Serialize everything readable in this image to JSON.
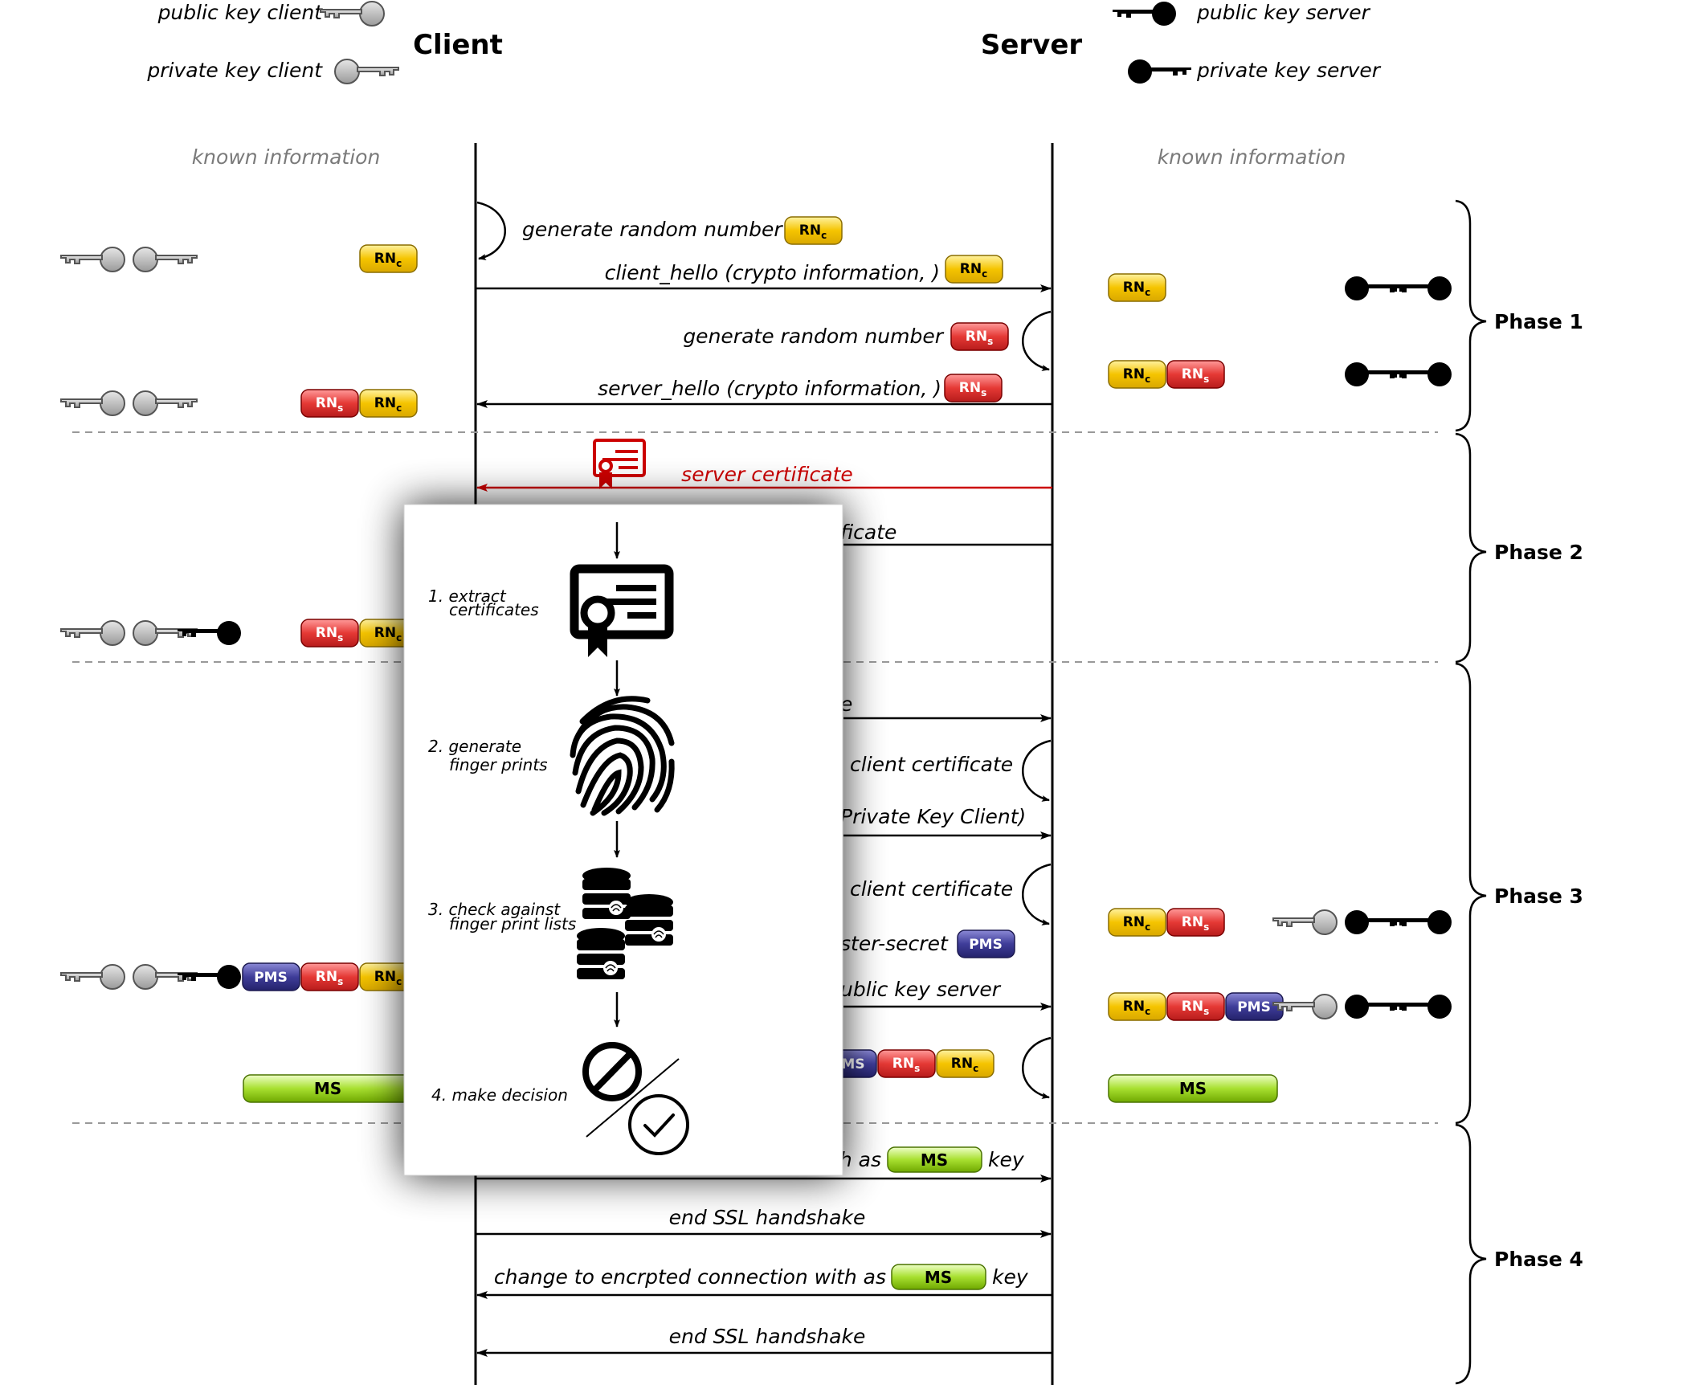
{
  "legend": {
    "pub_client": "public key client",
    "priv_client": "private key client",
    "pub_server": "public key server",
    "priv_server": "private key server"
  },
  "headers": {
    "client": "Client",
    "server": "Server"
  },
  "known_info": {
    "left": "known information",
    "right": "known information"
  },
  "tokens": {
    "rnc": "RN",
    "rns": "RN",
    "sub_c": "c",
    "sub_s": "s",
    "pms": "PMS",
    "ms": "MS"
  },
  "phases": [
    "Phase 1",
    "Phase 2",
    "Phase 3",
    "Phase 4"
  ],
  "messages": {
    "gen_rn_client": "generate random number",
    "client_hello": "client_hello (crypto information, )",
    "gen_rn_server": "generate random number",
    "server_hello": "server_hello (crypto information, )",
    "server_cert": "server certificate",
    "ficate": "ficate",
    "e": "e",
    "client_cert1": "client certificate",
    "private_key_client": "Private Key Client)",
    "client_cert2": "client certificate",
    "ster_secret": "ster-secret",
    "ublic_key_server": "ublic key server",
    "ms_partial": "MS",
    "h_as": "h as",
    "key1": "key",
    "end1": "end SSL handshake",
    "change": "change to encrpted connection with as",
    "key2": "key",
    "end2": "end SSL handshake"
  },
  "popup": {
    "steps": [
      {
        "line1": "1. extract",
        "line2": "certificates"
      },
      {
        "line1": "2. generate",
        "line2": "finger prints"
      },
      {
        "line1": "3. check against",
        "line2": "finger print lists"
      },
      {
        "line1": "4. make decision",
        "line2": ""
      }
    ]
  },
  "colors": {
    "rnc": "#f5c400",
    "rns": "#e53935",
    "pms": "#3f3d99",
    "ms": "#88c400",
    "cert_red": "#cc0000",
    "key_gray": "#b8b8b8",
    "key_black": "#000000"
  }
}
